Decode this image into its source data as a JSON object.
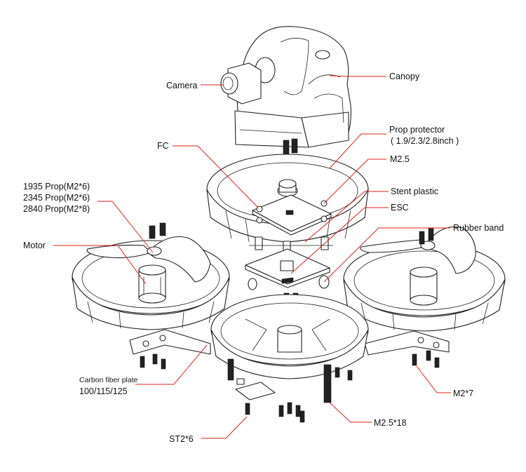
{
  "labels": {
    "camera": "Camera",
    "canopy": "Canopy",
    "prop_protector_1": "Prop protector",
    "prop_protector_2": "( 1.9/2.3/2.8inch )",
    "fc": "FC",
    "m25": "M2.5",
    "stent_plastic": "Stent plastic",
    "esc": "ESC",
    "rubber_band": "Rubber band",
    "prop_1935": "1935 Prop(M2*6)",
    "prop_2345": "2345 Prop(M2*6)",
    "prop_2840": "2840 Prop(M2*8)",
    "motor": "Motor",
    "carbon_plate_1": "Carbon fiber plate",
    "carbon_plate_2": "100/115/125",
    "m2x7": "M2*7",
    "m25x18": "M2.5*18",
    "st2x6": "ST2*6"
  },
  "colors": {
    "leader": "#e0231a",
    "line": "#222222",
    "background": "#ffffff"
  }
}
